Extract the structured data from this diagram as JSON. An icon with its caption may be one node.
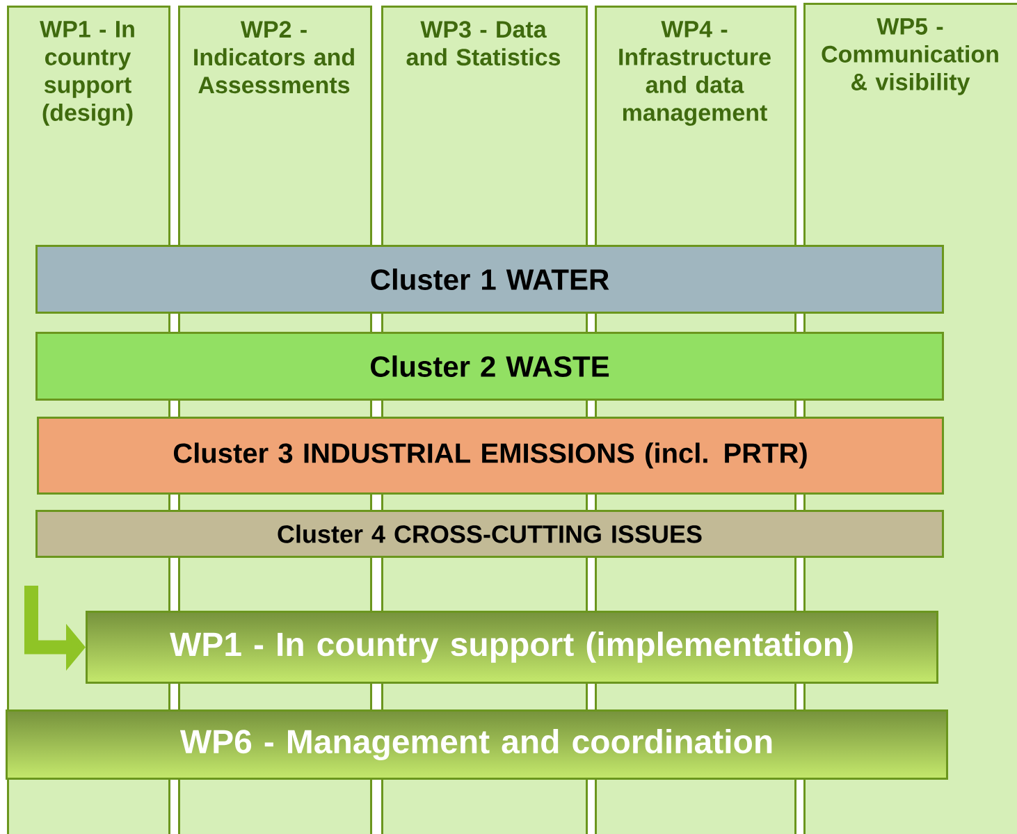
{
  "diagram": {
    "nodes": [
      {
        "text": [
          "WP1 - In country support (design)"
        ]
      },
      {
        "text": [
          "WP2 - Indicators and Assessments"
        ]
      },
      {
        "text": [
          "WP3 - Data and Statistics"
        ]
      },
      {
        "text": [
          "WP4 - Infrastructure and data management"
        ]
      },
      {
        "text": [
          "WP5 - Communication & visibility"
        ]
      },
      {
        "text": [
          "Cluster 1 WATER"
        ]
      },
      {
        "text": [
          "Cluster 2 WASTE"
        ]
      },
      {
        "text": [
          "Cluster 3 INDUSTRIAL EMISSIONS (incl. PRTR)"
        ]
      },
      {
        "text": [
          "Cluster 4 CROSS-CUTTING ISSUES"
        ]
      },
      {
        "text": [
          "WP1 - In country support (implementation)"
        ]
      },
      {
        "text": [
          "WP6 - Management and coordination"
        ]
      }
    ],
    "edges": [
      {
        "from": 0,
        "to": 9,
        "arrow": "to"
      }
    ]
  }
}
